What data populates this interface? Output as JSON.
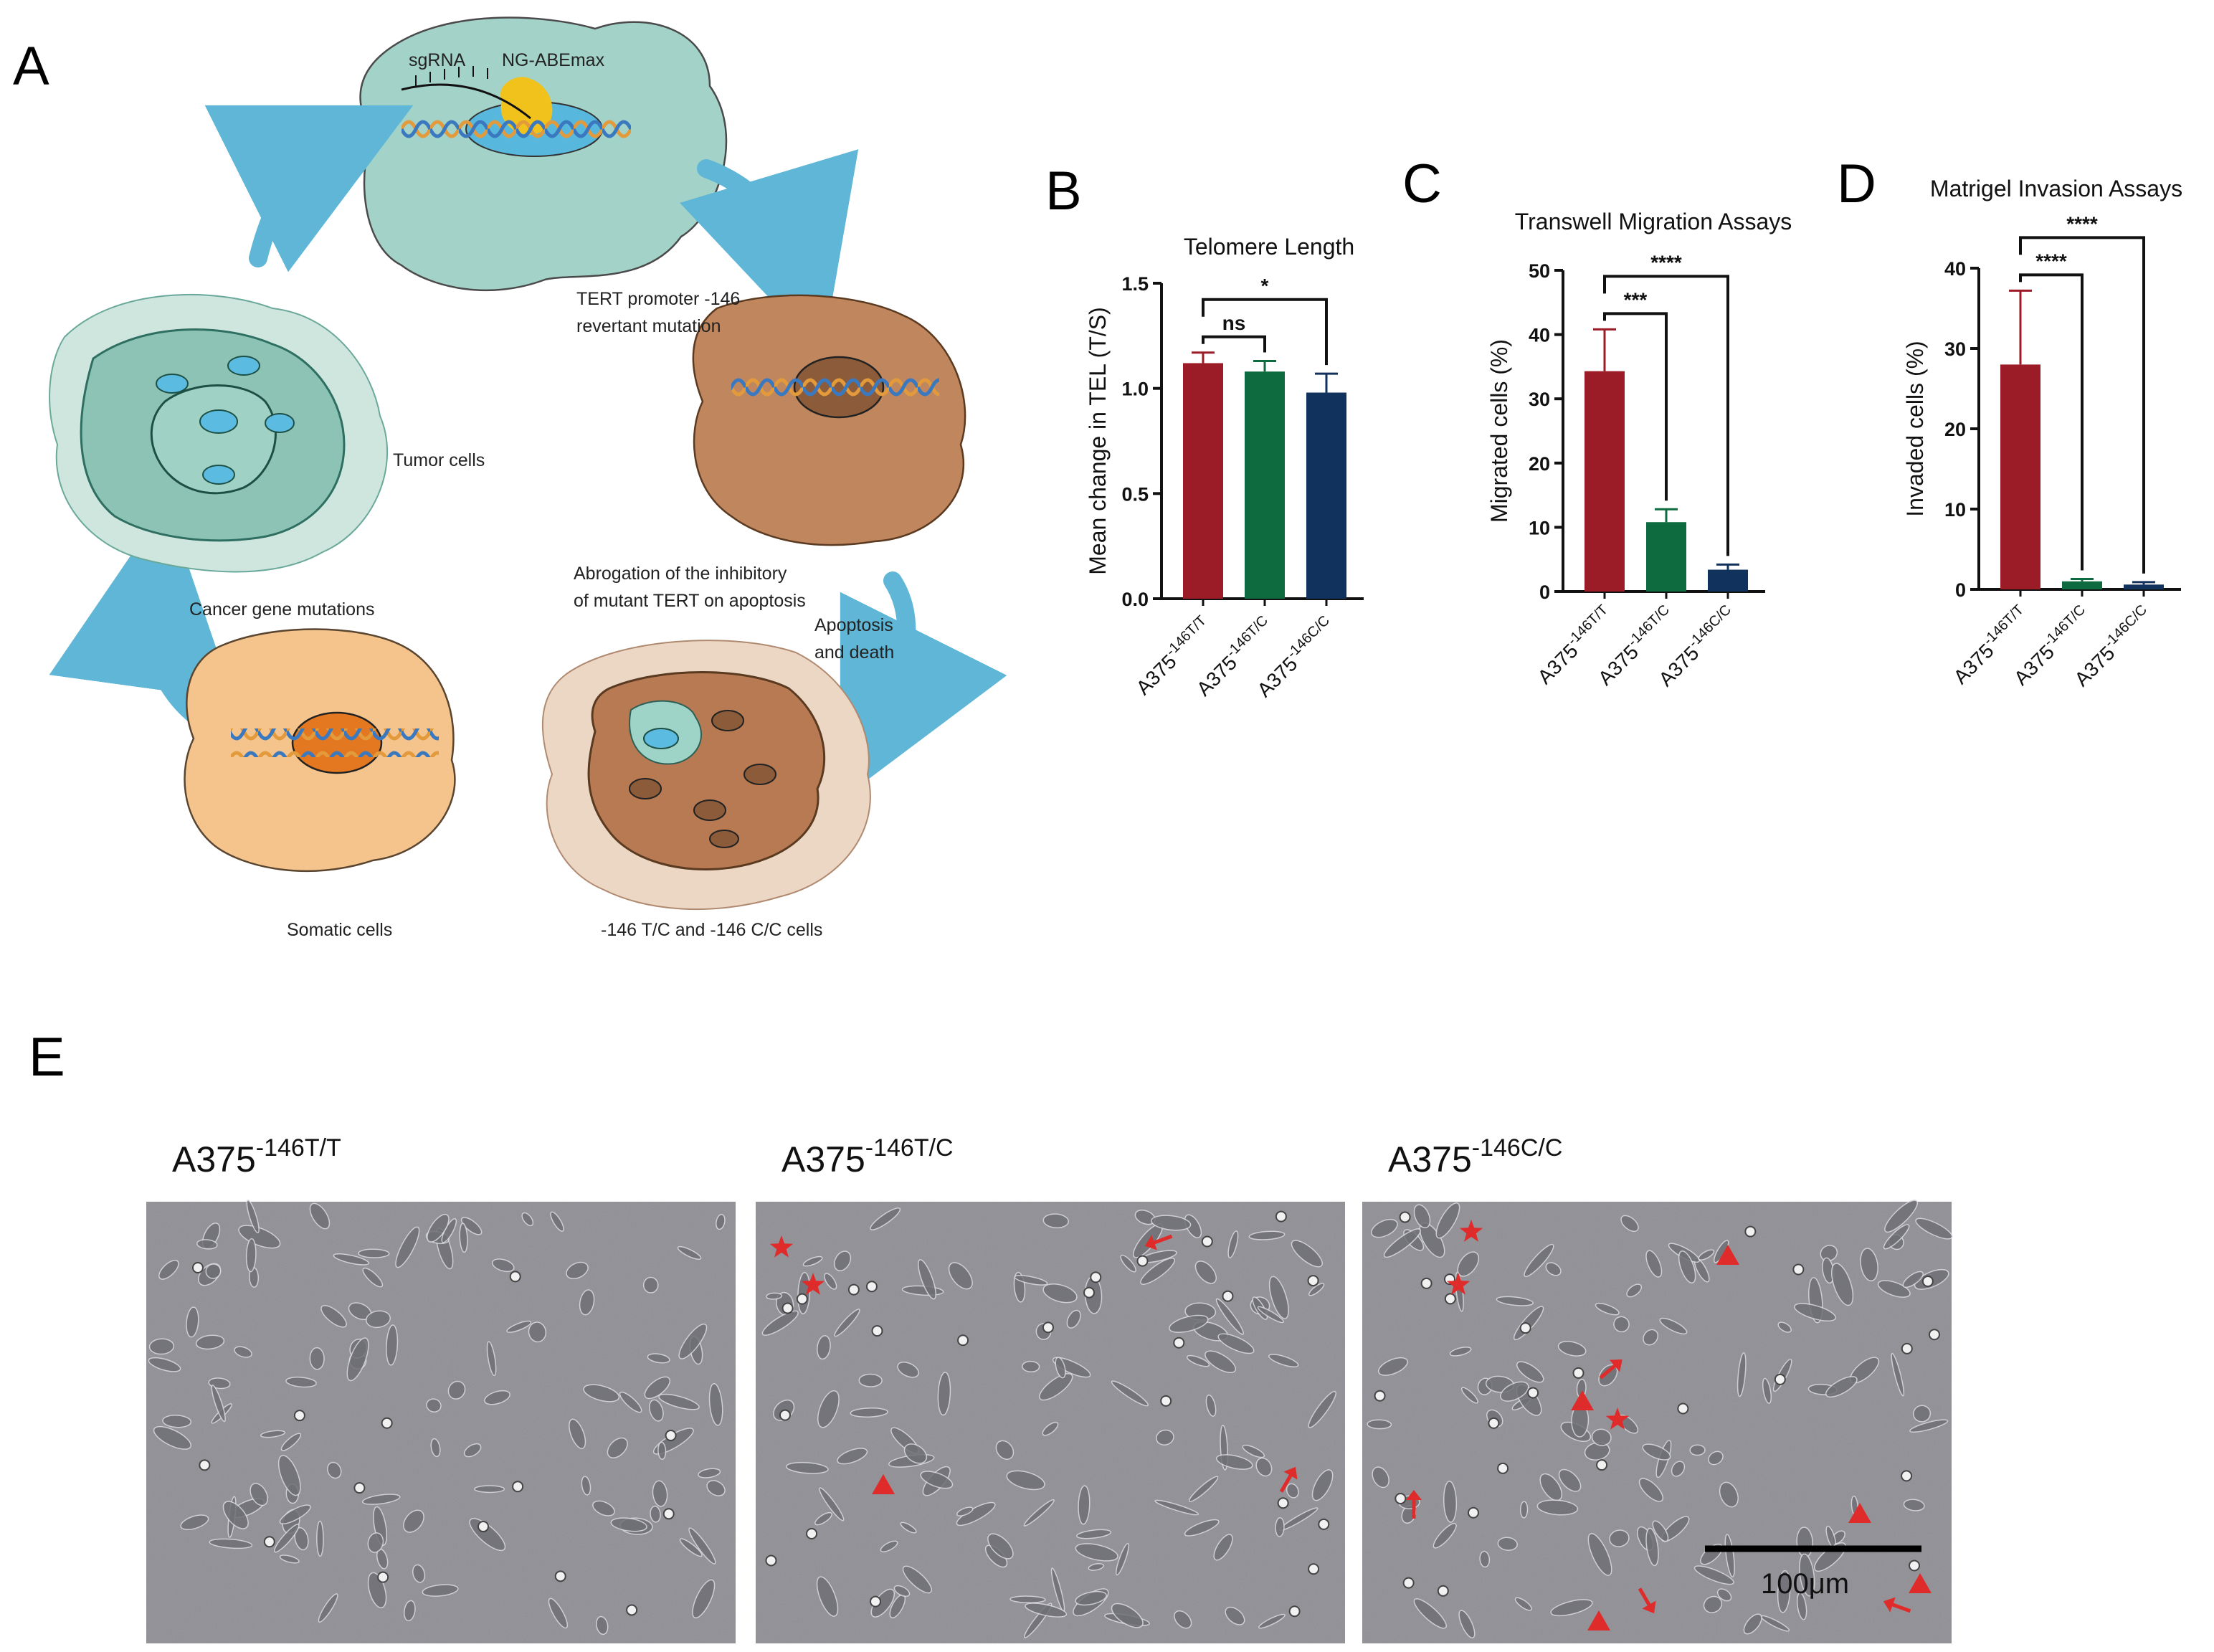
{
  "panel_labels": {
    "a": "A",
    "b": "B",
    "c": "C",
    "d": "D",
    "e": "E"
  },
  "diagram": {
    "sgrna": "sgRNA",
    "editor": "NG-ABEmax",
    "tert_line1": "TERT promoter -146",
    "tert_line2": "revertant mutation",
    "tumor": "Tumor cells",
    "cancer": "Cancer gene mutations",
    "somatic": "Somatic cells",
    "abrog_line1": "Abrogation of the inhibitory",
    "abrog_line2": "of mutant TERT on apoptosis",
    "apop_line1": "Apoptosis",
    "apop_line2": "and death",
    "mixed": "-146 T/C and -146 C/C cells",
    "colors": {
      "teal_cell": "#a3d3c8",
      "brown_cell": "#c0875f",
      "peach_cell": "#f4c48c",
      "arrow": "#5fb6d6"
    }
  },
  "chart_data": [
    {
      "id": "B",
      "type": "bar",
      "title": "Telomere Length",
      "ylabel": "Mean change in TEL (T/S)",
      "ylim": [
        0,
        1.5
      ],
      "yticks": [
        "0.0",
        "0.5",
        "1.0",
        "1.5"
      ],
      "categories": [
        {
          "base": "A375",
          "sup": "-146T/T"
        },
        {
          "base": "A375",
          "sup": "-146T/C"
        },
        {
          "base": "A375",
          "sup": "-146C/C"
        }
      ],
      "values": [
        1.12,
        1.08,
        0.98
      ],
      "errors": [
        0.05,
        0.05,
        0.09
      ],
      "colors": [
        "#9b1c26",
        "#0d6b3f",
        "#12325e"
      ],
      "comparisons": [
        {
          "from": 0,
          "to": 1,
          "label": "ns"
        },
        {
          "from": 0,
          "to": 2,
          "label": "*"
        }
      ]
    },
    {
      "id": "C",
      "type": "bar",
      "title": "Transwell Migration Assays",
      "ylabel": "Migrated cells (%)",
      "ylim": [
        0,
        50
      ],
      "yticks": [
        "0",
        "10",
        "20",
        "30",
        "40",
        "50"
      ],
      "categories": [
        {
          "base": "A375",
          "sup": "-146T/T"
        },
        {
          "base": "A375",
          "sup": "-146T/C"
        },
        {
          "base": "A375",
          "sup": "-146C/C"
        }
      ],
      "values": [
        34.3,
        10.8,
        3.4
      ],
      "errors": [
        6.5,
        2.0,
        0.8
      ],
      "colors": [
        "#9b1c26",
        "#0d6b3f",
        "#12325e"
      ],
      "comparisons": [
        {
          "from": 0,
          "to": 1,
          "label": "***"
        },
        {
          "from": 0,
          "to": 2,
          "label": "****"
        }
      ]
    },
    {
      "id": "D",
      "type": "bar",
      "title": "Matrigel Invasion Assays",
      "ylabel": "Invaded cells (%)",
      "ylim": [
        0,
        40
      ],
      "yticks": [
        "0",
        "10",
        "20",
        "30",
        "40"
      ],
      "categories": [
        {
          "base": "A375",
          "sup": "-146T/T"
        },
        {
          "base": "A375",
          "sup": "-146T/C"
        },
        {
          "base": "A375",
          "sup": "-146C/C"
        }
      ],
      "values": [
        28.0,
        1.0,
        0.6
      ],
      "errors": [
        9.2,
        0.3,
        0.3
      ],
      "colors": [
        "#9b1c26",
        "#0d6b3f",
        "#12325e"
      ],
      "comparisons": [
        {
          "from": 0,
          "to": 1,
          "label": "****"
        },
        {
          "from": 0,
          "to": 2,
          "label": "****"
        }
      ]
    }
  ],
  "micrographs": [
    {
      "base": "A375",
      "sup": "-146T/T"
    },
    {
      "base": "A375",
      "sup": "-146T/C"
    },
    {
      "base": "A375",
      "sup": "-146C/C"
    }
  ],
  "scale_bar": "100μm",
  "marker_color": "#e02b2b"
}
